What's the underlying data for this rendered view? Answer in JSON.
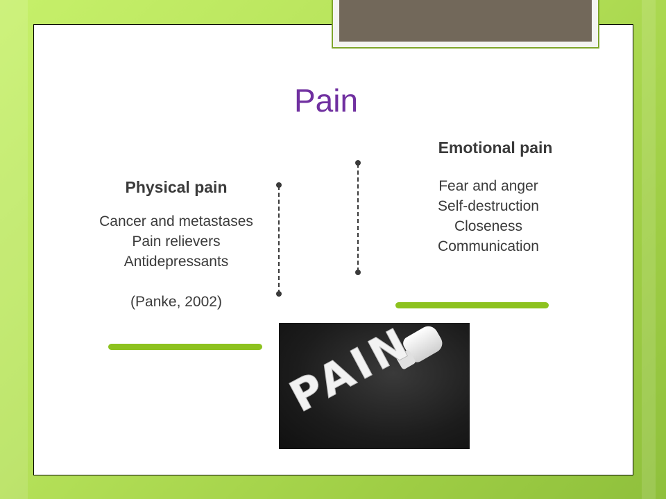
{
  "slide": {
    "title": "Pain",
    "physical": {
      "heading": "Physical pain",
      "lines": [
        "Cancer and metastases",
        "Pain relievers",
        "Antidepressants"
      ],
      "citation": "(Panke, 2002)"
    },
    "emotional": {
      "heading": "Emotional pain",
      "lines": [
        "Fear and anger",
        "Self-destruction",
        "Closeness",
        "Communication"
      ]
    },
    "image": {
      "lettering": "PAIN"
    }
  },
  "colors": {
    "title": "#7030a0",
    "accent": "#8dc21f",
    "text": "#3a3a3a"
  }
}
